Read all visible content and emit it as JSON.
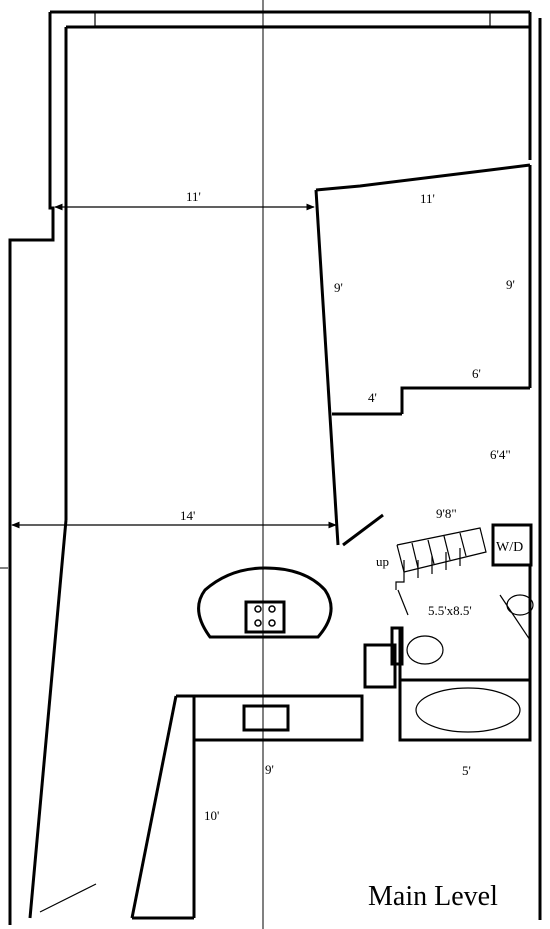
{
  "title": "Main Level",
  "dimensions": {
    "left_width_upper": "11'",
    "right_room_width": "11'",
    "right_room_left_height": "9'",
    "right_room_right_height": "9'",
    "notch_4": "4'",
    "hall_6": "6'",
    "hall_height": "6'4\"",
    "stair_width": "9'8\"",
    "lower_width": "14'",
    "bath_size": "5.5'x8.5'",
    "kitchen_9": "9'",
    "bath_5": "5'",
    "lower_left_10": "10'"
  },
  "labels": {
    "stairs_up": "up",
    "washer_dryer": "W/D"
  }
}
